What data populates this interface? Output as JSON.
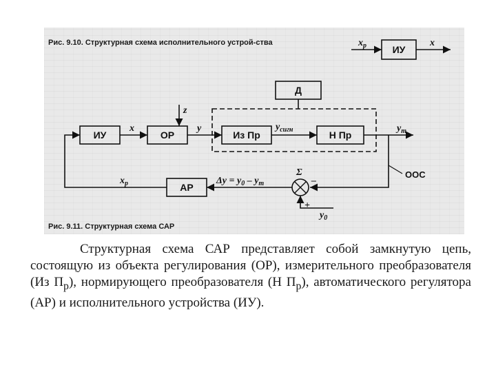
{
  "figure_top": {
    "caption": "Рис. 9.10. Структурная схема исполнительного устрой-ства",
    "input": "x",
    "input_sub": "р",
    "box": "ИУ",
    "output": "x"
  },
  "figure_main": {
    "caption": "Рис. 9.11. Структурная схема САР",
    "boxes": {
      "iu": "ИУ",
      "or": "ОР",
      "iz_pr": "Из Пр",
      "n_pr": "Н Пр",
      "d": "Д",
      "ar": "АР"
    },
    "signals": {
      "x": "x",
      "y": "y",
      "z": "z",
      "y_sign": "y",
      "y_sign_sub": "сигн",
      "y_t": "y",
      "y_t_sub": "т",
      "x_r": "x",
      "x_r_sub": "р",
      "delta": "Δy = y",
      "delta_sub0": "0",
      "delta_mid": " – y",
      "delta_subt": "т",
      "sigma": "Σ",
      "y0": "y",
      "y0_sub": "0",
      "plus": "+",
      "minus": "–",
      "ooc": "ООС"
    }
  },
  "paragraph": {
    "part1": "Структурная схема САР представляет собой замкнутую цепь, состоящую из объекта регулирования (ОР), измерительного преобразователя (Из П",
    "sub1": "р",
    "part2": "), нормирующего преобразователя (Н П",
    "sub2": "р",
    "part3": "), автоматического регулятора (АР) и исполнительного устройства (ИУ)."
  }
}
